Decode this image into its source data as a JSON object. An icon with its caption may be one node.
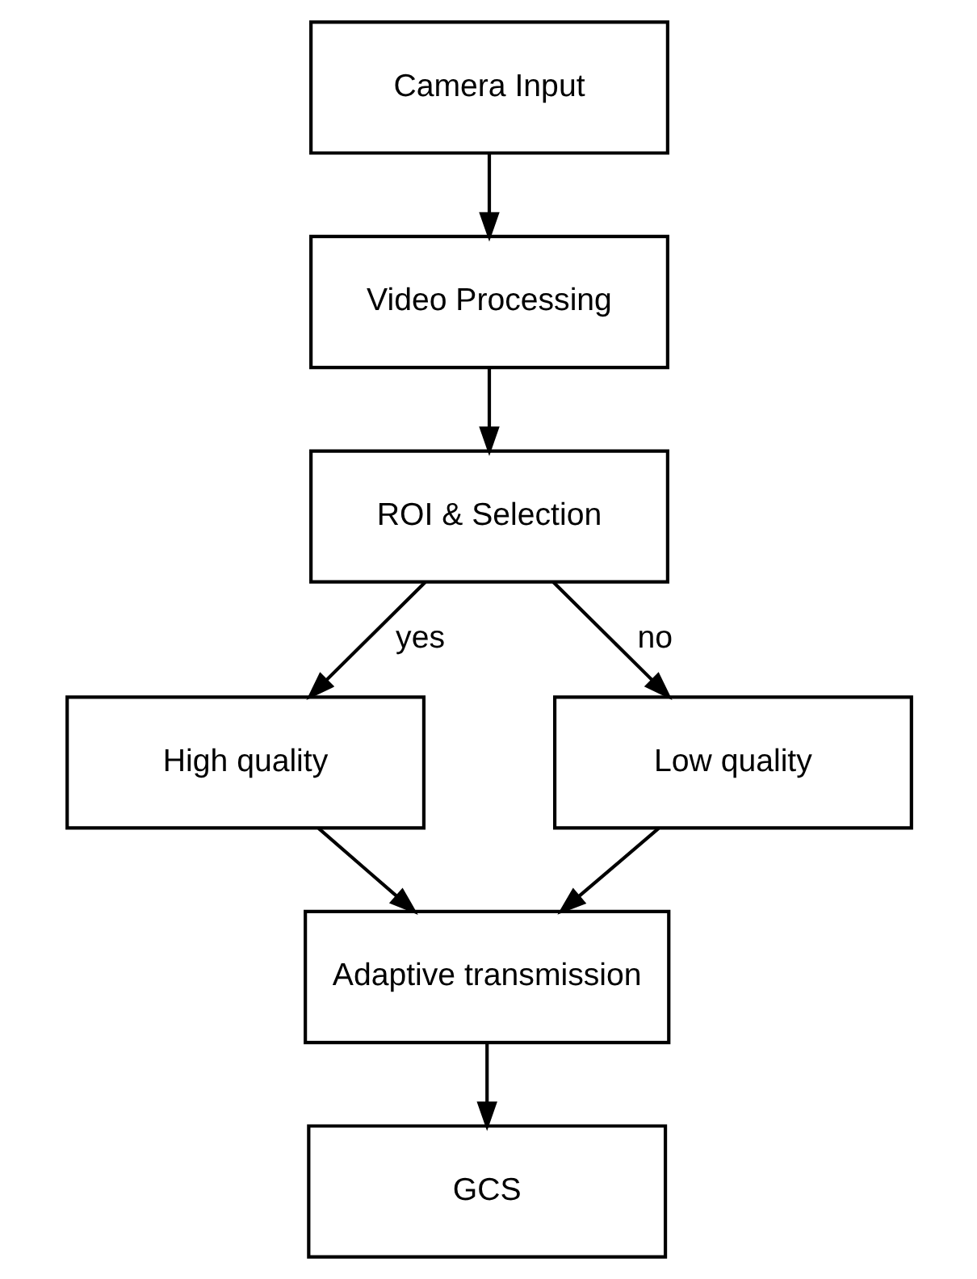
{
  "diagram": {
    "nodes": [
      {
        "text": [
          "Camera Input"
        ]
      },
      {
        "text": [
          "Video Processing"
        ]
      },
      {
        "text": [
          "ROI & Selection"
        ]
      },
      {
        "text": [
          "High quality"
        ]
      },
      {
        "text": [
          "Low quality"
        ]
      },
      {
        "text": [
          "Adaptive transmission"
        ]
      },
      {
        "text": [
          "GCS"
        ]
      }
    ],
    "edges": [
      {
        "from": 0,
        "to": 1,
        "arrow": "to"
      },
      {
        "from": 1,
        "to": 2,
        "arrow": "to"
      },
      {
        "from": 2,
        "to": 3,
        "label": "yes",
        "arrow": "to"
      },
      {
        "from": 2,
        "to": 4,
        "label": "no",
        "arrow": "to"
      },
      {
        "from": 3,
        "to": 5,
        "arrow": "to"
      },
      {
        "from": 4,
        "to": 5,
        "arrow": "to"
      },
      {
        "from": 5,
        "to": 6,
        "arrow": "to"
      }
    ]
  }
}
